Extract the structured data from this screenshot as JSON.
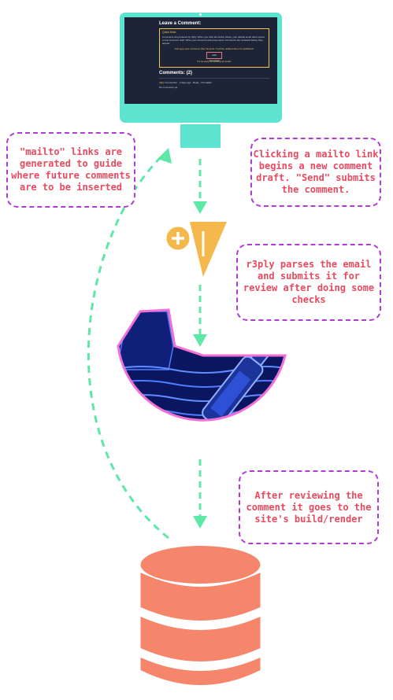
{
  "monitor": {
    "title": "Leave a Comment:",
    "box_title": "Quick Note:",
    "box_text": "Comments are powered by r3ply. When you click the button below, your default email client opens a new comment draft. Write your comment and press send. Comments are reviewed before they appear.",
    "box_text2": "Just type your comment, then hit send. You'll be notified when it's published.",
    "button_label": "Add Comment",
    "box_note": "It's as easy as sending an email.",
    "comments_heading": "Comments: (2)",
    "comment_author": "r3ply",
    "comment_row": "Commenter · 2 days ago · Reply · Permalink",
    "comment_row2": "No comments yet"
  },
  "callouts": {
    "mailto": "\"mailto\" links are generated to guide where future comments are to be inserted",
    "send": "Clicking a mailto link begins a new comment draft. \"Send\" submits the comment.",
    "parse": "r3ply parses the email and submits it for review after doing some checks",
    "review": "After reviewing the comment it goes to the site's build/render"
  },
  "colors": {
    "monitor": "#5ee3d0",
    "screen": "#1d2438",
    "arrow": "#5ee8a8",
    "callout_border": "#b13ad8",
    "callout_text": "#e84a5f",
    "email_icon": "#f5b84c",
    "database": "#f5856b",
    "illustration_outline": "#f26fd6",
    "illustration_water": "#2f5bff"
  },
  "icons": {
    "email_app": "add-mail-send-icon",
    "illustration": "message-in-a-bottle",
    "storage": "database-icon"
  }
}
